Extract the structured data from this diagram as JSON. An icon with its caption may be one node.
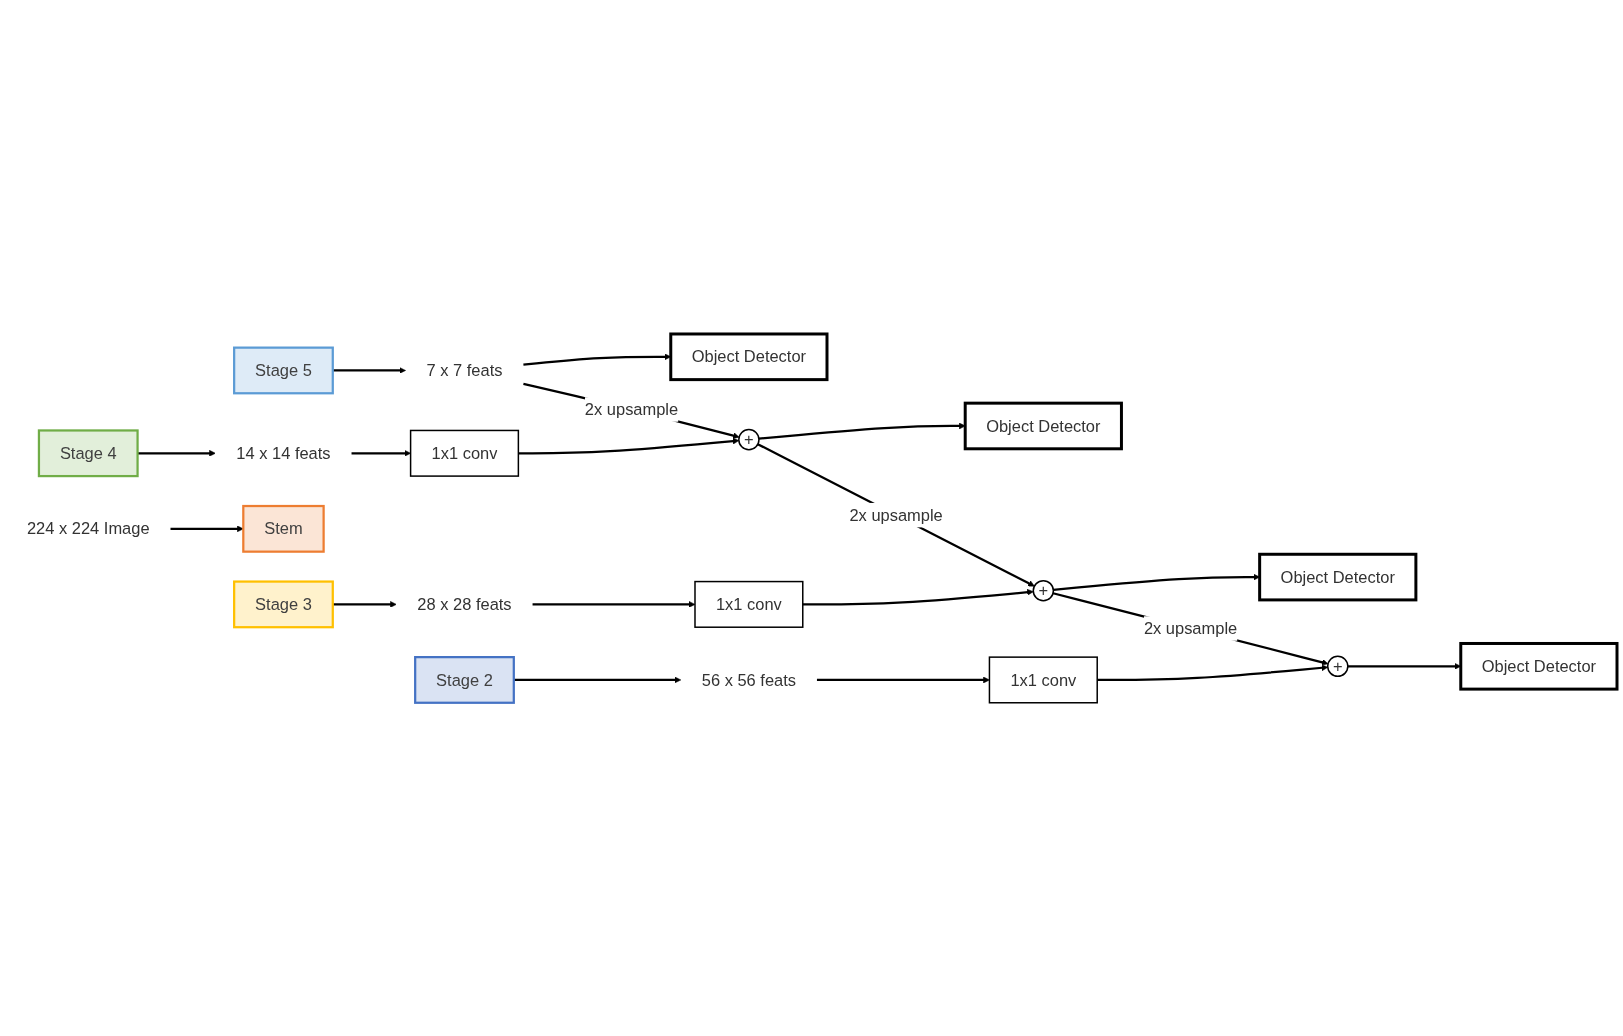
{
  "diagram": {
    "nodes": [
      {
        "text": [
          "Stage 5"
        ]
      },
      {
        "text": [
          "Stage 4"
        ]
      },
      {
        "text": [
          "Stage 3"
        ]
      },
      {
        "text": [
          "Stage 2"
        ]
      },
      {
        "text": [
          "Stem"
        ]
      },
      {
        "text": [
          "224 x 224 Image"
        ]
      },
      {
        "text": [
          "7 x 7 feats"
        ]
      },
      {
        "text": [
          "Object Detector"
        ]
      },
      {
        "text": [
          "14 x 14 feats"
        ]
      },
      {
        "text": [
          "1x1 conv"
        ]
      },
      {
        "text": [
          "+"
        ]
      },
      {
        "text": [
          "Object Detector"
        ]
      },
      {
        "text": [
          "28 x 28 feats"
        ]
      },
      {
        "text": [
          "1x1 conv"
        ]
      },
      {
        "text": [
          "+"
        ]
      },
      {
        "text": [
          "Object Detector"
        ]
      },
      {
        "text": [
          "56 x 56 feats"
        ]
      },
      {
        "text": [
          "1x1 conv"
        ]
      },
      {
        "text": [
          "+"
        ]
      },
      {
        "text": [
          "Object Detector"
        ]
      }
    ],
    "edges": [
      {
        "from": 5,
        "to": 4,
        "arrow": "to"
      },
      {
        "from": 0,
        "to": 6,
        "arrow": "to"
      },
      {
        "from": 6,
        "to": 7,
        "arrow": "to"
      },
      {
        "from": 6,
        "to": 10,
        "arrow": "to",
        "label": "2x upsample"
      },
      {
        "from": 1,
        "to": 8,
        "arrow": "to"
      },
      {
        "from": 8,
        "to": 9,
        "arrow": "to"
      },
      {
        "from": 9,
        "to": 10,
        "arrow": "to"
      },
      {
        "from": 10,
        "to": 11,
        "arrow": "to"
      },
      {
        "from": 10,
        "to": 14,
        "arrow": "to",
        "label": "2x upsample"
      },
      {
        "from": 2,
        "to": 12,
        "arrow": "to"
      },
      {
        "from": 12,
        "to": 13,
        "arrow": "to"
      },
      {
        "from": 13,
        "to": 14,
        "arrow": "to"
      },
      {
        "from": 14,
        "to": 15,
        "arrow": "to"
      },
      {
        "from": 14,
        "to": 18,
        "arrow": "to",
        "label": "2x upsample"
      },
      {
        "from": 3,
        "to": 16,
        "arrow": "to"
      },
      {
        "from": 16,
        "to": 17,
        "arrow": "to"
      },
      {
        "from": 17,
        "to": 18,
        "arrow": "to"
      },
      {
        "from": 18,
        "to": 19,
        "arrow": "to"
      }
    ]
  }
}
